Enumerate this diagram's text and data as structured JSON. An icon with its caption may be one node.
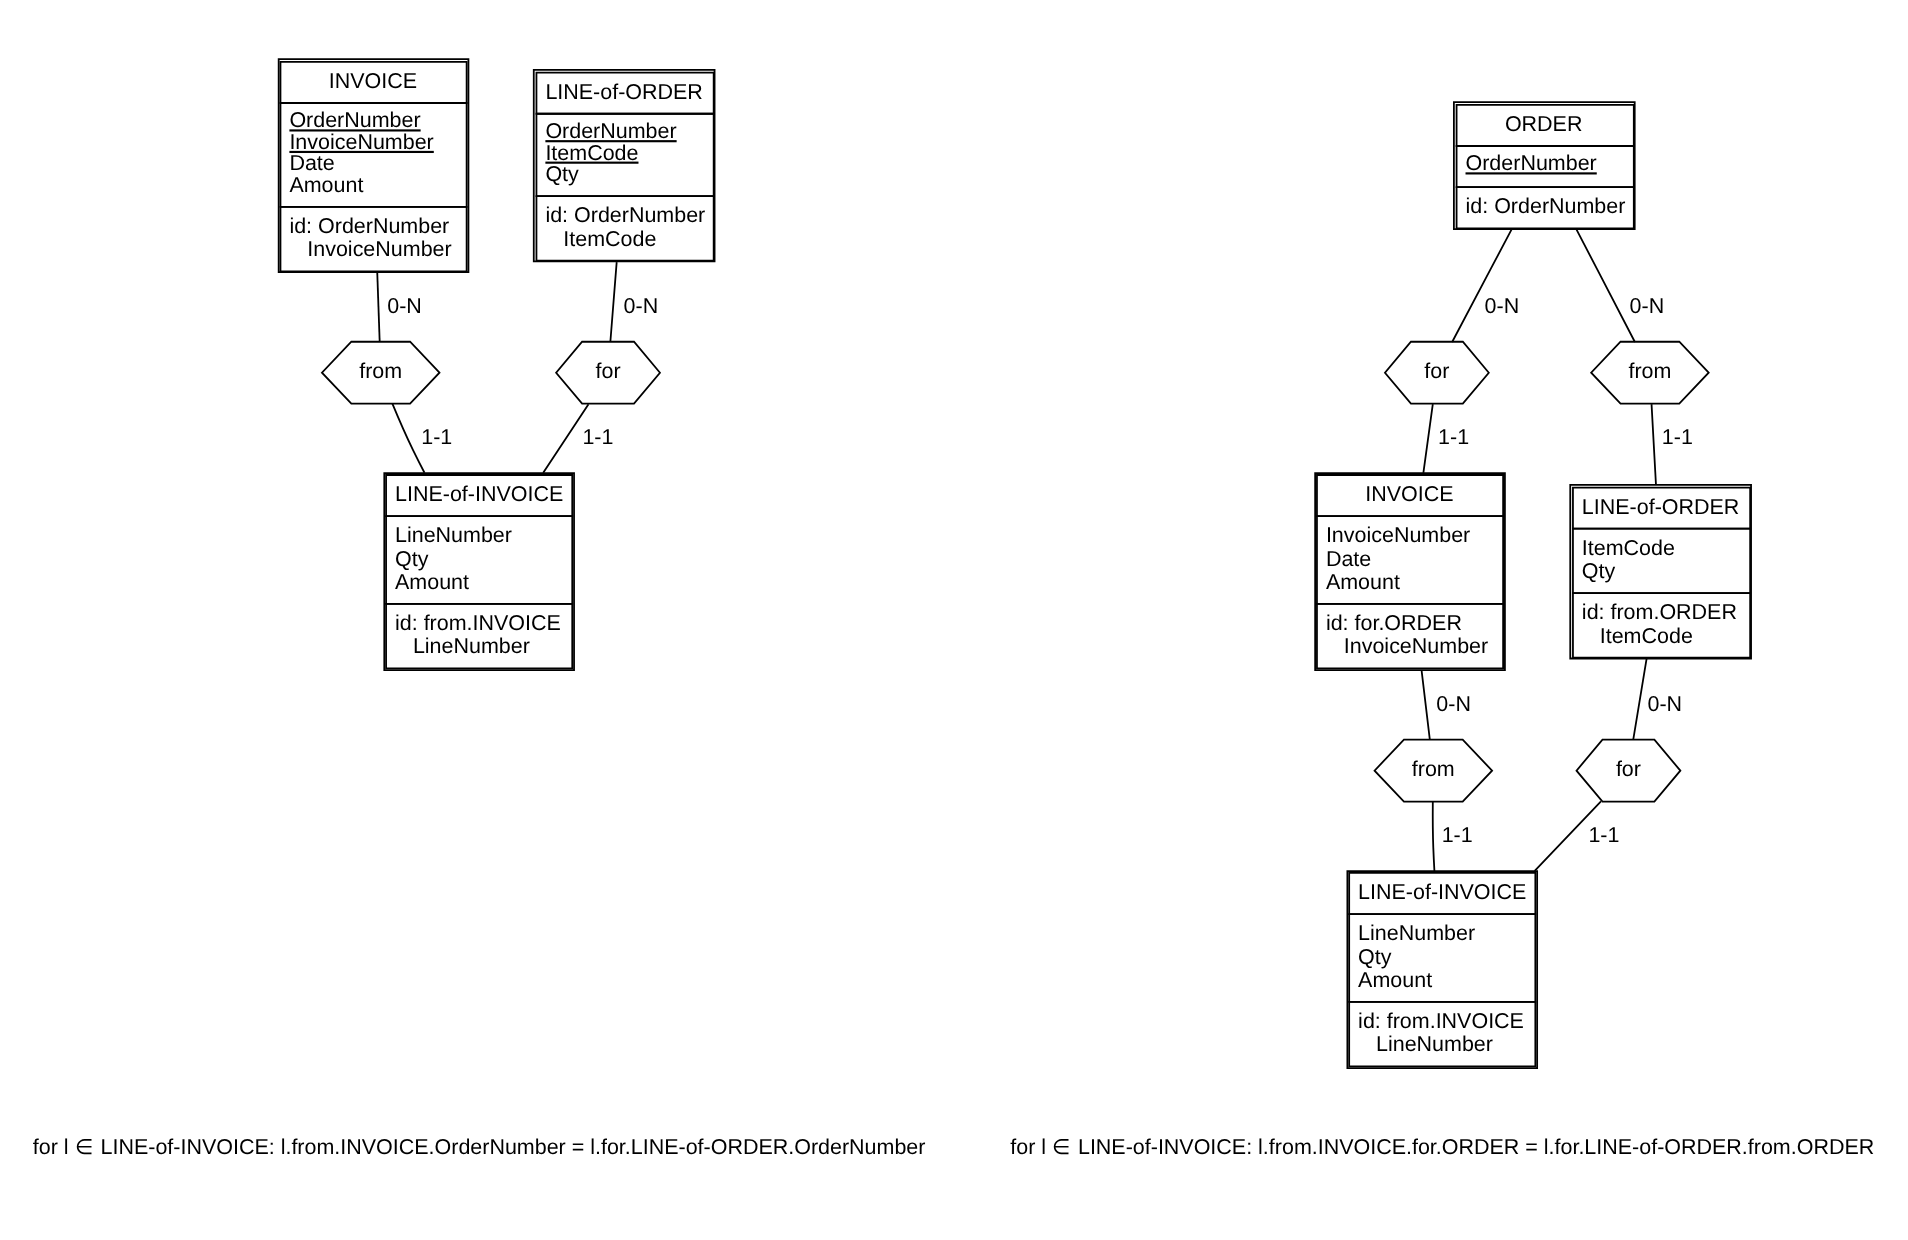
{
  "diagram": {
    "nodes": [
      {
        "text": [
          "INVOICE",
          "OrderNumber",
          "InvoiceNumber",
          "Date",
          "Amount",
          "id: OrderNumber InvoiceNumber"
        ]
      },
      {
        "text": [
          "LINE-of-ORDER",
          "OrderNumber",
          "ItemCode",
          "Qty",
          "id: OrderNumber ItemCode"
        ]
      },
      {
        "text": [
          "from"
        ]
      },
      {
        "text": [
          "for"
        ]
      },
      {
        "text": [
          "LINE-of-INVOICE",
          "LineNumber",
          "Qty",
          "Amount",
          "id: from.INVOICE LineNumber"
        ]
      },
      {
        "text": [
          "ORDER",
          "OrderNumber",
          "id: OrderNumber"
        ]
      },
      {
        "text": [
          "for"
        ]
      },
      {
        "text": [
          "from"
        ]
      },
      {
        "text": [
          "INVOICE",
          "InvoiceNumber",
          "Date",
          "Amount",
          "id: for.ORDER InvoiceNumber"
        ]
      },
      {
        "text": [
          "LINE-of-ORDER",
          "ItemCode",
          "Qty",
          "id: from.ORDER ItemCode"
        ]
      },
      {
        "text": [
          "from"
        ]
      },
      {
        "text": [
          "for"
        ]
      },
      {
        "text": [
          "LINE-of-INVOICE",
          "LineNumber",
          "Qty",
          "Amount",
          "id: from.INVOICE LineNumber"
        ]
      }
    ],
    "edges": [
      {
        "from": 0,
        "to": 2,
        "arrow": "none",
        "label": "0-N"
      },
      {
        "from": 2,
        "to": 4,
        "arrow": "none",
        "label": "1-1"
      },
      {
        "from": 1,
        "to": 3,
        "arrow": "none",
        "label": "0-N"
      },
      {
        "from": 3,
        "to": 4,
        "arrow": "none",
        "label": "1-1"
      },
      {
        "from": 5,
        "to": 6,
        "arrow": "none",
        "label": "0-N"
      },
      {
        "from": 6,
        "to": 8,
        "arrow": "none",
        "label": "1-1"
      },
      {
        "from": 5,
        "to": 7,
        "arrow": "none",
        "label": "0-N"
      },
      {
        "from": 7,
        "to": 9,
        "arrow": "none",
        "label": "1-1"
      },
      {
        "from": 8,
        "to": 10,
        "arrow": "none",
        "label": "0-N"
      },
      {
        "from": 10,
        "to": 12,
        "arrow": "none",
        "label": "1-1"
      },
      {
        "from": 9,
        "to": 11,
        "arrow": "none",
        "label": "0-N"
      },
      {
        "from": 11,
        "to": 12,
        "arrow": "none",
        "label": "1-1"
      }
    ],
    "labels": [
      "for l ∈ LINE-of-INVOICE: l.from.INVOICE.OrderNumber = l.for.LINE-of-ORDER.OrderNumber",
      "for l ∈ LINE-of-INVOICE: l.from.INVOICE.for.ORDER = l.for.LINE-of-ORDER.from.ORDER"
    ]
  }
}
